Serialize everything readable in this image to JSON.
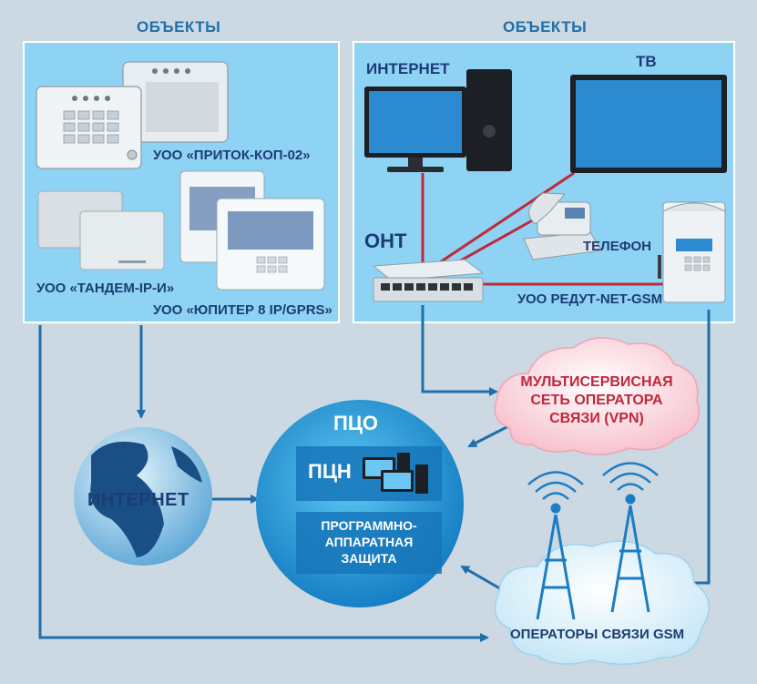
{
  "left_panel": {
    "header": "ОБЪЕКТЫ",
    "device_pritok": "УОО «ПРИТОК-КОП-02»",
    "device_tandem": "УОО «ТАНДЕМ-IP-И»",
    "device_jupiter": "УОО «ЮПИТЕР 8 IP/GPRS»"
  },
  "right_panel": {
    "header": "ОБЪЕКТЫ",
    "internet_label": "ИНТЕРНЕТ",
    "tv_label": "ТВ",
    "ont_label": "ОНТ",
    "phone_label": "ТЕЛЕФОН",
    "redut_label": "УОО РЕДУТ-NET-GSM"
  },
  "globe_label": "ИНТЕРНЕТ",
  "pco": {
    "title": "ПЦО",
    "pcn_label": "ПЦН",
    "protection_line1": "ПРОГРАММНО-",
    "protection_line2": "АППАРАТНАЯ",
    "protection_line3": "ЗАЩИТА"
  },
  "vpn_cloud": {
    "line1": "МУЛЬТИСЕРВИСНАЯ",
    "line2": "СЕТЬ ОПЕРАТОРА",
    "line3": "СВЯЗИ (VPN)"
  },
  "gsm_cloud_label": "ОПЕРАТОРЫ СВЯЗИ GSM",
  "colors": {
    "background": "#ccd8e2",
    "panel": "#8ed3f4",
    "arrow": "#1f6fab",
    "wire_red": "#c0283c",
    "text_dark": "#1c3d74",
    "pco_circle": "#1e9fdc",
    "vpn_text": "#c0283c"
  }
}
